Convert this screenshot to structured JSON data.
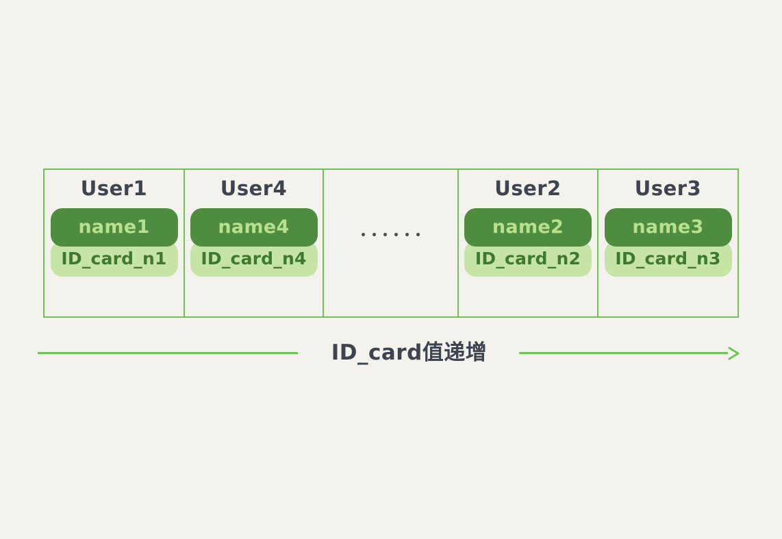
{
  "diagram": {
    "background_color": "#f3f2ed",
    "accent_color": "#6cc551",
    "name_pill_color": "#4e8c3f",
    "name_text_color": "#b8e08e",
    "id_pill_color": "#c6e4a6",
    "id_text_color": "#3d7a2e",
    "title_color": "#3d4450",
    "cells": [
      {
        "kind": "user",
        "title": "User1",
        "name_label": "name1",
        "id_label": "ID_card_n1"
      },
      {
        "kind": "user",
        "title": "User4",
        "name_label": "name4",
        "id_label": "ID_card_n4"
      },
      {
        "kind": "ellipsis",
        "dots": 6,
        "text": "……"
      },
      {
        "kind": "user",
        "title": "User2",
        "name_label": "name2",
        "id_label": "ID_card_n2"
      },
      {
        "kind": "user",
        "title": "User3",
        "name_label": "name3",
        "id_label": "ID_card_n3"
      }
    ],
    "arrow": {
      "label": "ID_card值递增",
      "direction": "right",
      "icon": "arrow-right-icon"
    }
  }
}
